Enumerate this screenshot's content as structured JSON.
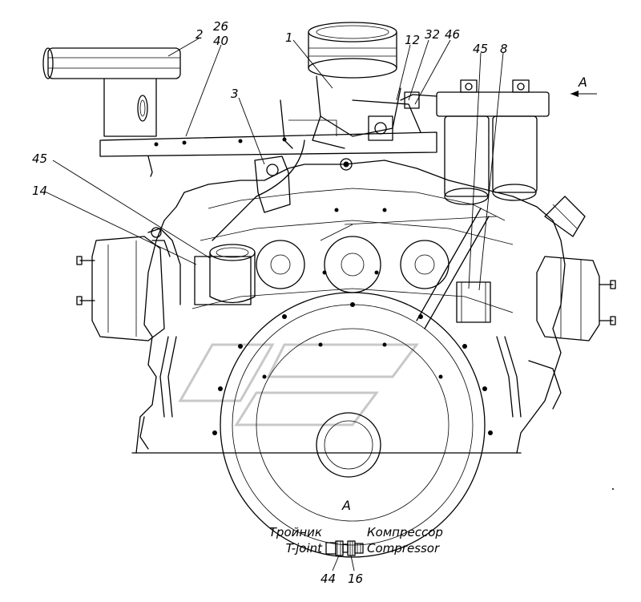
{
  "callouts": {
    "c1": "1",
    "c2": "2",
    "c26": "26",
    "c40": "40",
    "c3": "3",
    "c12": "12",
    "c32": "32",
    "c46": "46",
    "c45a": "45",
    "c8": "8",
    "c45b": "45",
    "c14": "14",
    "c44": "44",
    "c16": "16"
  },
  "view_labels": {
    "arrow_label": "A",
    "detail_label": "A"
  },
  "detail": {
    "tee_ru": "Тройник",
    "tee_en": "T-joint",
    "compressor_ru": "Компрессор",
    "compressor_en": "Compressor"
  }
}
